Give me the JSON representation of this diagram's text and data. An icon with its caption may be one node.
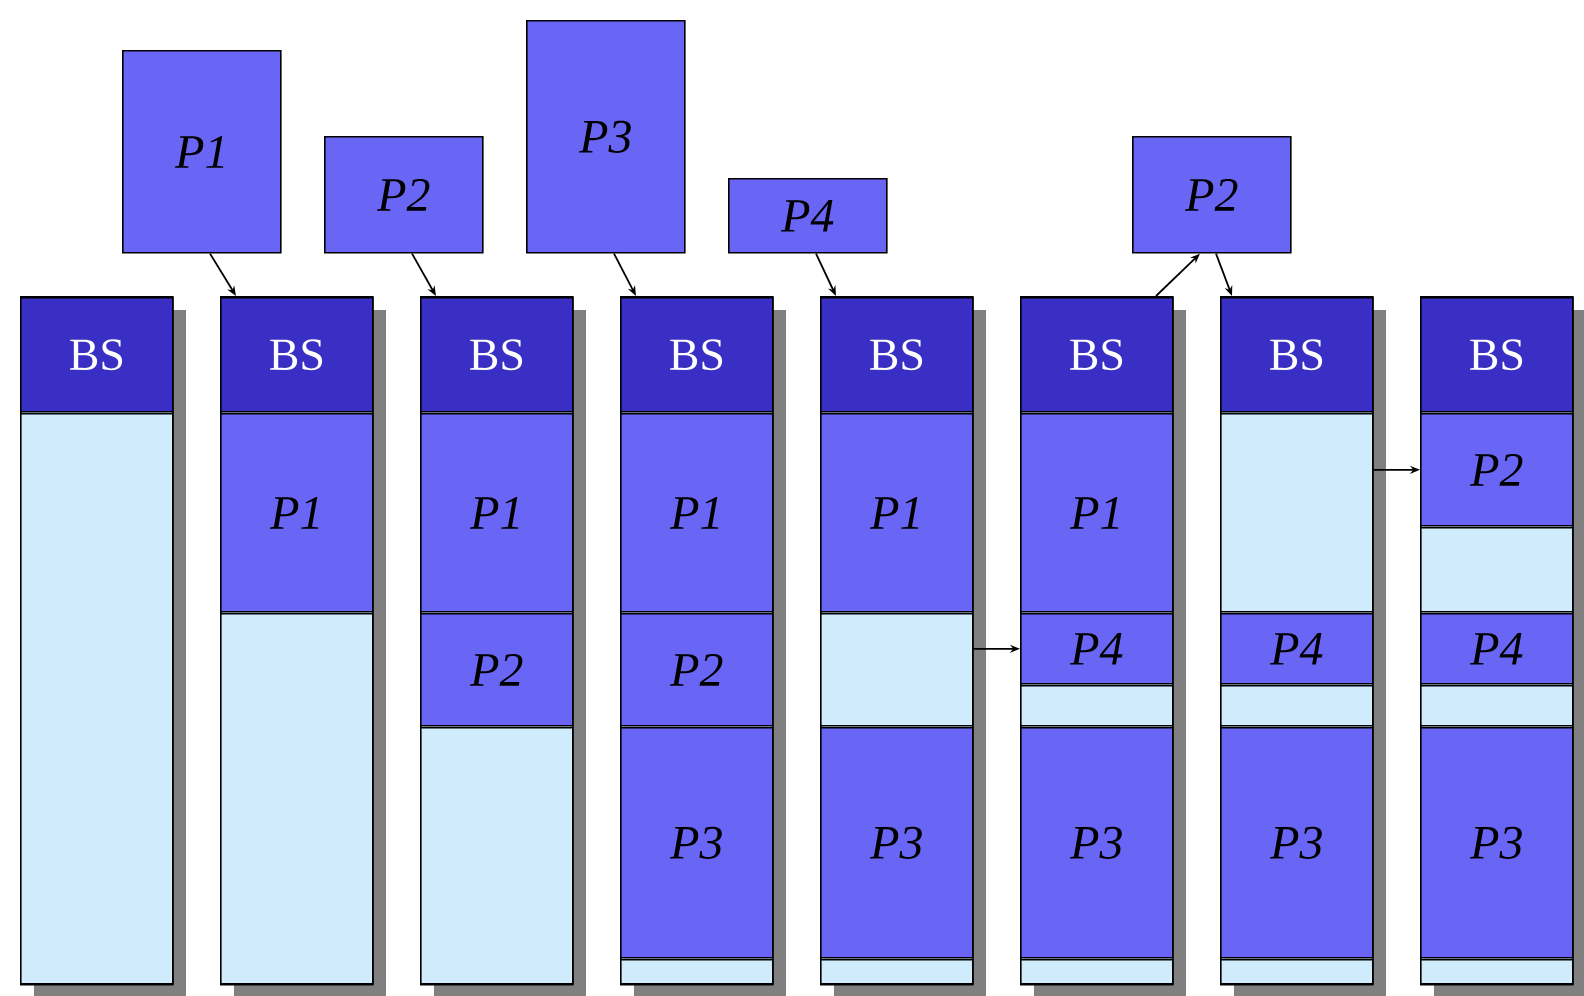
{
  "diagram": {
    "nodes": [
      {
        "text": [
          "P1"
        ]
      },
      {
        "text": [
          "P2"
        ]
      },
      {
        "text": [
          "P3"
        ]
      },
      {
        "text": [
          "P4"
        ]
      },
      {
        "text": [
          "P2"
        ]
      },
      {
        "text": [],
        "shape": "bar"
      },
      {
        "text": [
          "BS"
        ],
        "in": 5
      },
      {
        "text": [],
        "shape": "box",
        "in": 5
      },
      {
        "text": [],
        "shape": "bar"
      },
      {
        "text": [
          "BS"
        ],
        "in": 8
      },
      {
        "text": [
          "P1"
        ],
        "in": 8
      },
      {
        "text": [],
        "shape": "box",
        "in": 8
      },
      {
        "text": [],
        "shape": "bar"
      },
      {
        "text": [
          "BS"
        ],
        "in": 12
      },
      {
        "text": [
          "P1"
        ],
        "in": 12
      },
      {
        "text": [
          "P2"
        ],
        "in": 12
      },
      {
        "text": [],
        "shape": "box",
        "in": 12
      },
      {
        "text": [],
        "shape": "bar"
      },
      {
        "text": [
          "BS"
        ],
        "in": 17
      },
      {
        "text": [
          "P1"
        ],
        "in": 17
      },
      {
        "text": [
          "P2"
        ],
        "in": 17
      },
      {
        "text": [
          "P3"
        ],
        "in": 17
      },
      {
        "text": [],
        "shape": "box",
        "in": 17
      },
      {
        "text": [],
        "shape": "bar"
      },
      {
        "text": [
          "BS"
        ],
        "in": 23
      },
      {
        "text": [
          "P1"
        ],
        "in": 23
      },
      {
        "text": [],
        "shape": "box",
        "in": 23
      },
      {
        "text": [
          "P3"
        ],
        "in": 23
      },
      {
        "text": [],
        "shape": "box",
        "in": 23
      },
      {
        "text": [],
        "shape": "bar"
      },
      {
        "text": [
          "BS"
        ],
        "in": 29
      },
      {
        "text": [
          "P1"
        ],
        "in": 29
      },
      {
        "text": [
          "P4"
        ],
        "in": 29
      },
      {
        "text": [],
        "shape": "box",
        "in": 29
      },
      {
        "text": [
          "P3"
        ],
        "in": 29
      },
      {
        "text": [],
        "shape": "box",
        "in": 29
      },
      {
        "text": [],
        "shape": "bar"
      },
      {
        "text": [
          "BS"
        ],
        "in": 36
      },
      {
        "text": [],
        "shape": "box",
        "in": 36
      },
      {
        "text": [
          "P4"
        ],
        "in": 36
      },
      {
        "text": [],
        "shape": "box",
        "in": 36
      },
      {
        "text": [
          "P3"
        ],
        "in": 36
      },
      {
        "text": [],
        "shape": "box",
        "in": 36
      },
      {
        "text": [],
        "shape": "bar"
      },
      {
        "text": [
          "BS"
        ],
        "in": 43
      },
      {
        "text": [
          "P2"
        ],
        "in": 43
      },
      {
        "text": [],
        "shape": "box",
        "in": 43
      },
      {
        "text": [
          "P4"
        ],
        "in": 43
      },
      {
        "text": [],
        "shape": "box",
        "in": 43
      },
      {
        "text": [
          "P3"
        ],
        "in": 43
      },
      {
        "text": [],
        "shape": "box",
        "in": 43
      }
    ],
    "edges": [
      {
        "from": 0,
        "to": 8,
        "arrow": "to"
      },
      {
        "from": 1,
        "to": 12,
        "arrow": "to"
      },
      {
        "from": 2,
        "to": 17,
        "arrow": "to"
      },
      {
        "from": 3,
        "to": 23,
        "arrow": "to"
      },
      {
        "from": 26,
        "to": 32,
        "arrow": "to"
      },
      {
        "from": 29,
        "to": 4,
        "arrow": "to"
      },
      {
        "from": 4,
        "to": 36,
        "arrow": "to"
      },
      {
        "from": 38,
        "to": 45,
        "arrow": "to"
      }
    ]
  }
}
